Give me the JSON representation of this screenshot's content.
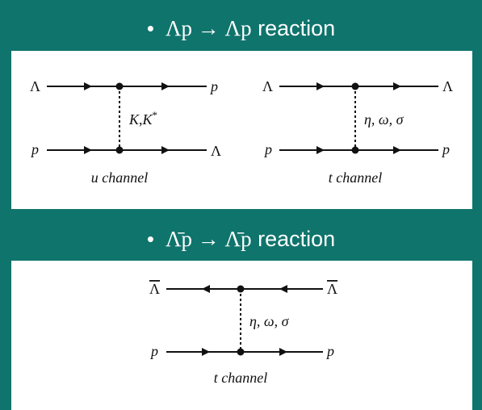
{
  "sections": [
    {
      "bullet": "•",
      "reaction_initial": "Λp",
      "reaction_final": "Λp",
      "word": "reaction"
    },
    {
      "bullet": "•",
      "reaction_initial": "Λ̄p",
      "reaction_final": "Λ̄p",
      "word": "reaction"
    }
  ],
  "diagrams": [
    {
      "top_left": "Λ",
      "top_right": "p",
      "bottom_left": "p",
      "bottom_right": "Λ",
      "exchange_a": "K",
      "exchange_b": "K",
      "exchange_b_sup": "*",
      "caption": "u channel"
    },
    {
      "top_left": "Λ",
      "top_right": "Λ",
      "bottom_left": "p",
      "bottom_right": "p",
      "exchange": "η, ω, σ",
      "caption": "t channel"
    },
    {
      "top_left": "Λ",
      "top_right": "Λ",
      "bottom_left": "p",
      "bottom_right": "p",
      "exchange": "η, ω, σ",
      "caption": "t channel"
    }
  ],
  "colors": {
    "band": "#0f746c",
    "panel": "#ffffff",
    "ink": "#111111"
  }
}
